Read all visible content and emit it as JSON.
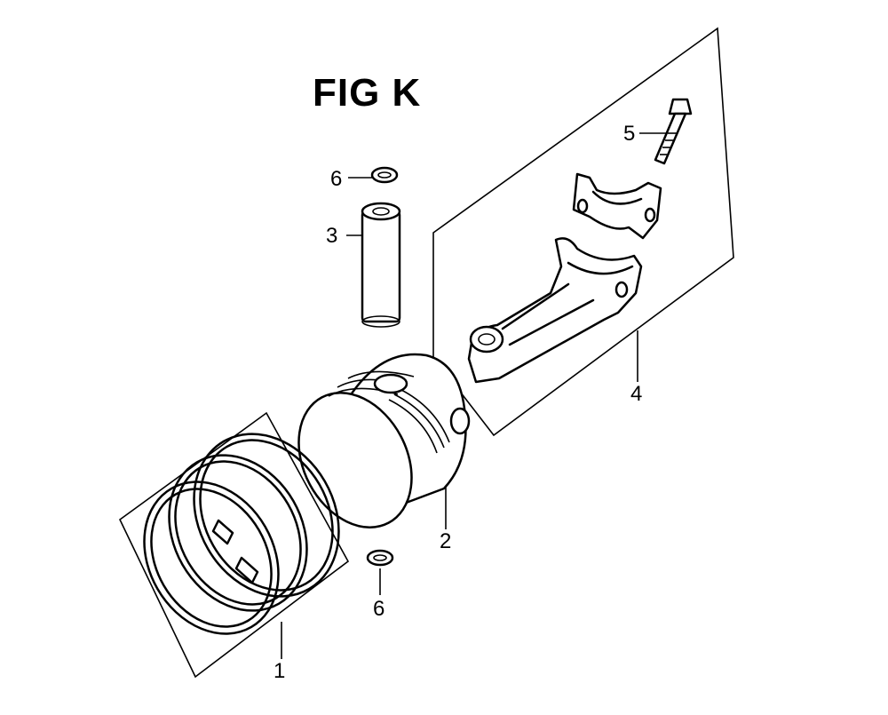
{
  "figure": {
    "title": "FIG K"
  },
  "callouts": [
    {
      "id": "ring-set",
      "number": "1"
    },
    {
      "id": "piston",
      "number": "2"
    },
    {
      "id": "piston-pin",
      "number": "3"
    },
    {
      "id": "connecting-rod-assembly",
      "number": "4"
    },
    {
      "id": "rod-bolt",
      "number": "5"
    },
    {
      "id": "pin-clip-upper",
      "number": "6"
    },
    {
      "id": "pin-clip-lower",
      "number": "6"
    }
  ]
}
